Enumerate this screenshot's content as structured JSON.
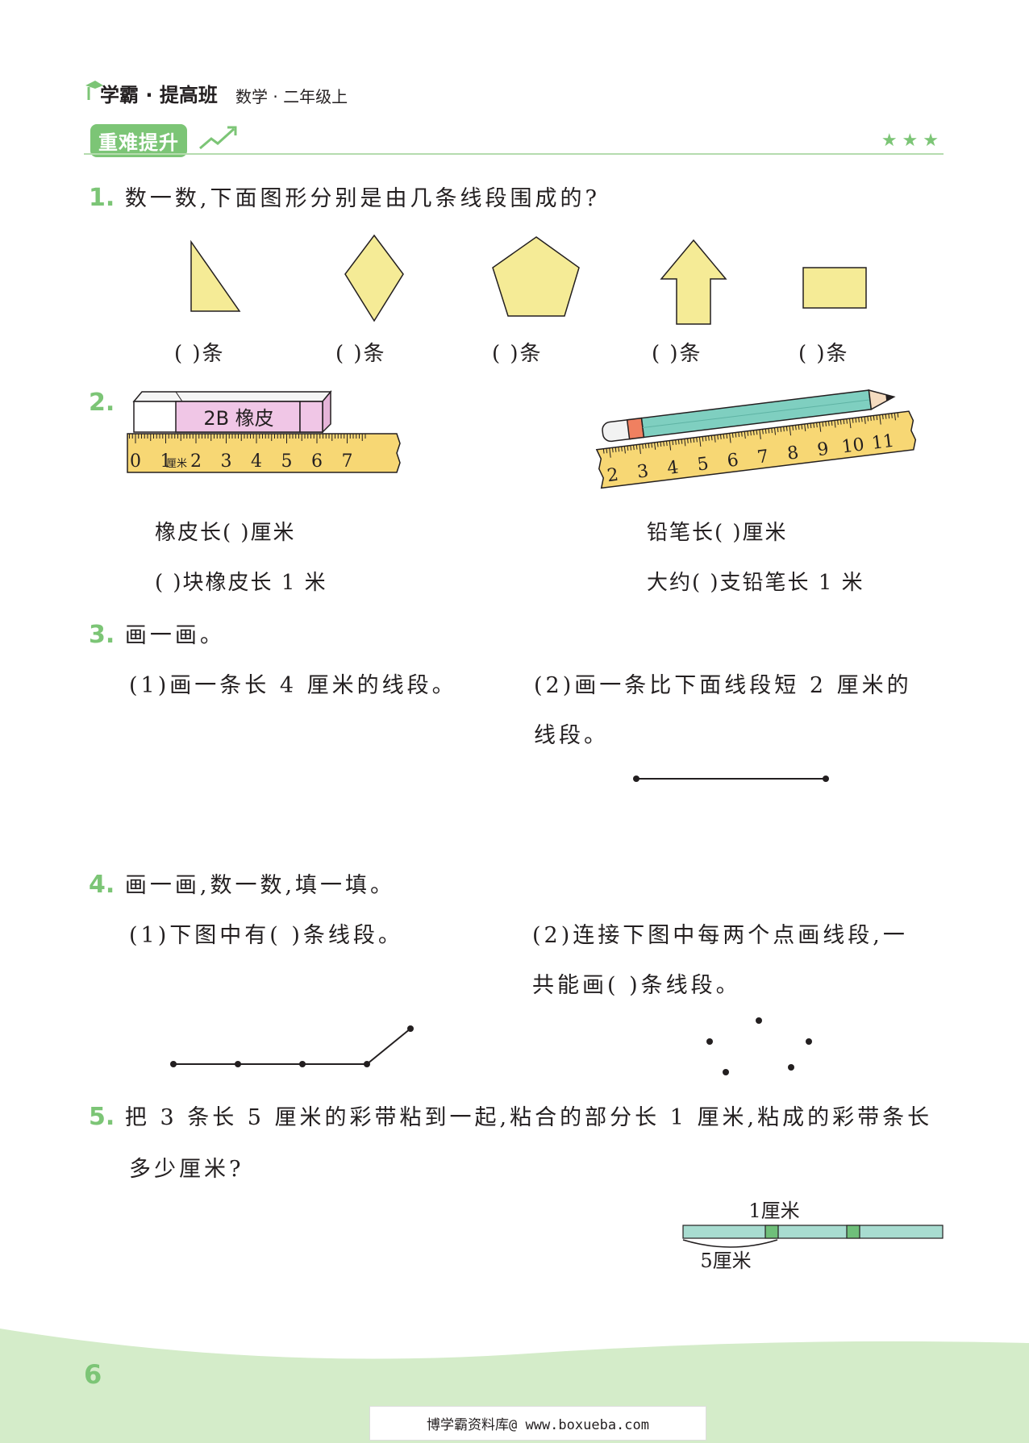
{
  "header": {
    "brand": "学霸 · 提高班",
    "subject": "数学 · 二年级上",
    "section_tag": "重难提升",
    "stars": "★★★"
  },
  "q1": {
    "number": "1.",
    "text": "数一数,下面图形分别是由几条线段围成的?",
    "answers": [
      "(   )条",
      "(   )条",
      "(   )条",
      "(   )条",
      "(   )条"
    ]
  },
  "q2": {
    "number": "2.",
    "eraser_label": "2B 橡皮",
    "ruler1_ticks": [
      "0",
      "1",
      "2",
      "3",
      "4",
      "5",
      "6",
      "7"
    ],
    "ruler1_unit": "厘米",
    "ruler2_ticks": [
      "2",
      "3",
      "4",
      "5",
      "6",
      "7",
      "8",
      "9",
      "10",
      "11"
    ],
    "eraser_len": "橡皮长(      )厘米",
    "eraser_count": "(      )块橡皮长 1 米",
    "pencil_len": "铅笔长(      )厘米",
    "pencil_count": "大约(      )支铅笔长 1 米"
  },
  "q3": {
    "number": "3.",
    "text": "画一画。",
    "part1": "(1)画一条长 4 厘米的线段。",
    "part2_line1": "(2)画一条比下面线段短 2 厘米的",
    "part2_line2": "线段。"
  },
  "q4": {
    "number": "4.",
    "text": "画一画,数一数,填一填。",
    "part1": "(1)下图中有(      )条线段。",
    "part2_line1": "(2)连接下图中每两个点画线段,一",
    "part2_line2": "共能画(      )条线段。"
  },
  "q5": {
    "number": "5.",
    "text_line1": "把 3 条长 5 厘米的彩带粘到一起,粘合的部分长 1 厘米,粘成的彩带条长",
    "text_line2": "多少厘米?",
    "label_overlap": "1厘米",
    "label_length": "5厘米"
  },
  "footer": {
    "page_number": "6",
    "watermark": "博学霸资料库@ www.boxueba.com"
  },
  "colors": {
    "accent_green": "#7cc576",
    "shape_fill": "#f5eb96",
    "ruler_fill": "#f7d774",
    "eraser_pink": "#f0c6e6",
    "pencil_teal": "#7fcfc0",
    "ribbon": "#a8dcd0",
    "footer_green": "#d4ecc9"
  }
}
